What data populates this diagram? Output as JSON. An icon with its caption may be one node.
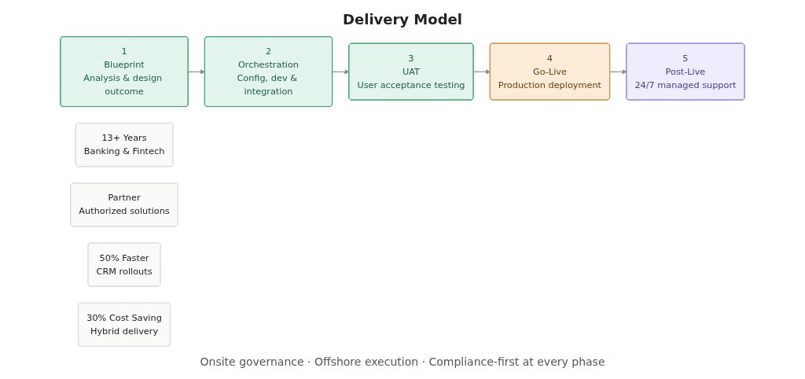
{
  "diagram": {
    "title": "Delivery Model",
    "caption": "Onsite governance · Offshore execution · Compliance-first at every phase",
    "nodes": [
      {
        "text": [
          "1",
          "Blueprint",
          "Analysis & design outcome"
        ]
      },
      {
        "text": [
          "2",
          "Orchestration",
          "Config, dev & integration"
        ]
      },
      {
        "text": [
          "3",
          "UAT",
          "User acceptance testing"
        ]
      },
      {
        "text": [
          "4",
          "Go-Live",
          "Production deployment"
        ]
      },
      {
        "text": [
          "5",
          "Post-Live",
          "24/7 managed support"
        ]
      },
      {
        "text": [
          "13+ Years",
          "Banking & Fintech"
        ]
      },
      {
        "text": [
          "Partner",
          "Authorized solutions"
        ]
      },
      {
        "text": [
          "50% Faster",
          "CRM rollouts"
        ]
      },
      {
        "text": [
          "30% Cost Saving",
          "Hybrid delivery"
        ]
      }
    ],
    "edges": [
      {
        "from": 0,
        "to": 1,
        "arrow": "to"
      },
      {
        "from": 1,
        "to": 2,
        "arrow": "to"
      },
      {
        "from": 2,
        "to": 3,
        "arrow": "to"
      },
      {
        "from": 3,
        "to": 4,
        "arrow": "to"
      }
    ]
  }
}
